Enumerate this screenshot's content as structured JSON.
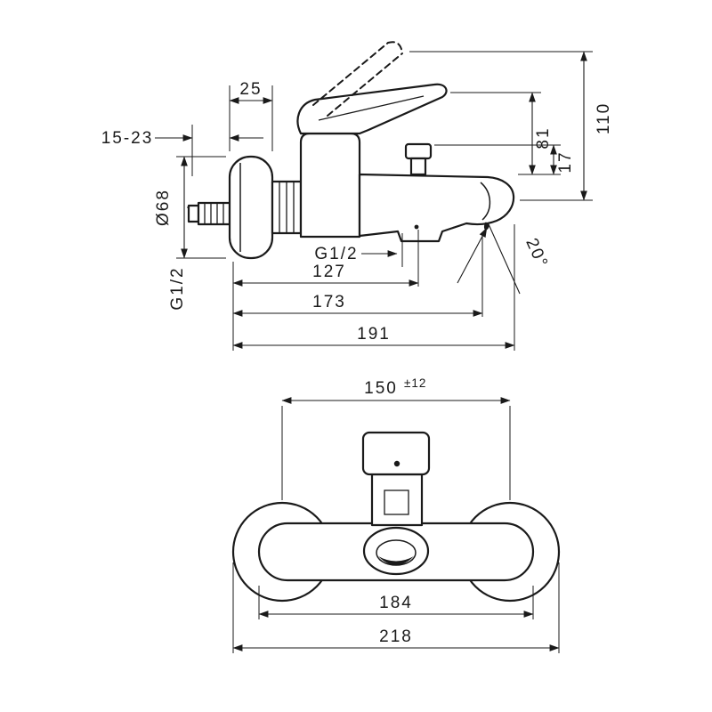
{
  "dims_side": {
    "escutcheon_depth": "25",
    "wall_distance": "15-23",
    "escutcheon_diameter": "Ø68",
    "inlet_thread": "G1/2",
    "outlet_thread": "G1/2",
    "outlet_offset": "127",
    "spout_reach": "173",
    "total_projection": "191",
    "height_total": "110",
    "height_handle": "81",
    "height_diverter": "17",
    "spout_angle": "20°"
  },
  "dims_front": {
    "connection_distance": "150",
    "connection_tolerance": "±12",
    "body_width": "184",
    "total_width": "218"
  }
}
